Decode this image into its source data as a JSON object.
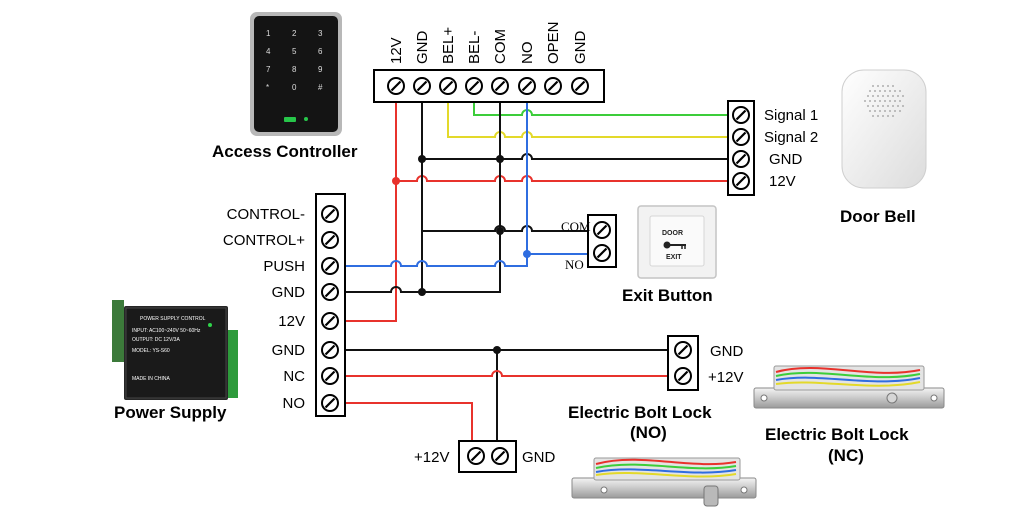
{
  "colors": {
    "red": "#e8322c",
    "black": "#111111",
    "blue": "#2f6de0",
    "yellow": "#e3d92a",
    "green": "#3ccd3a"
  },
  "access_controller": {
    "title": "Access Controller",
    "terminals": [
      "12V",
      "GND",
      "BEL+",
      "BEL-",
      "COM",
      "NO",
      "OPEN",
      "GND"
    ],
    "keys": [
      "1",
      "2",
      "3",
      "4",
      "5",
      "6",
      "7",
      "8",
      "9",
      "*",
      "0",
      "#"
    ]
  },
  "door_bell": {
    "title": "Door Bell",
    "terminals": [
      "Signal 1",
      "Signal 2",
      "GND",
      "12V"
    ]
  },
  "power_supply": {
    "title": "Power Supply",
    "terminals": [
      "CONTROL-",
      "CONTROL+",
      "PUSH",
      "GND",
      "12V",
      "GND",
      "NC",
      "NO"
    ],
    "device_text": {
      "header": "POWER SUPPLY CONTROL",
      "input": "INPUT: AC100~240V 50~60Hz",
      "output": "OUTPUT: DC 12V/3A",
      "model": "MODEL: YS-S60",
      "origin": "MADE IN CHINA"
    }
  },
  "exit_button": {
    "title": "Exit Button",
    "terminals": [
      "COM",
      "NO"
    ],
    "plate_top": "DOOR",
    "plate_bottom": "EXIT"
  },
  "bolt_lock_no": {
    "title_line1": "Electric Bolt Lock",
    "title_line2": "(NO)",
    "terminals": [
      "+12V",
      "GND"
    ]
  },
  "bolt_lock_nc": {
    "title_line1": "Electric Bolt Lock",
    "title_line2": "(NC)",
    "terminals": [
      "GND",
      "+12V"
    ]
  }
}
